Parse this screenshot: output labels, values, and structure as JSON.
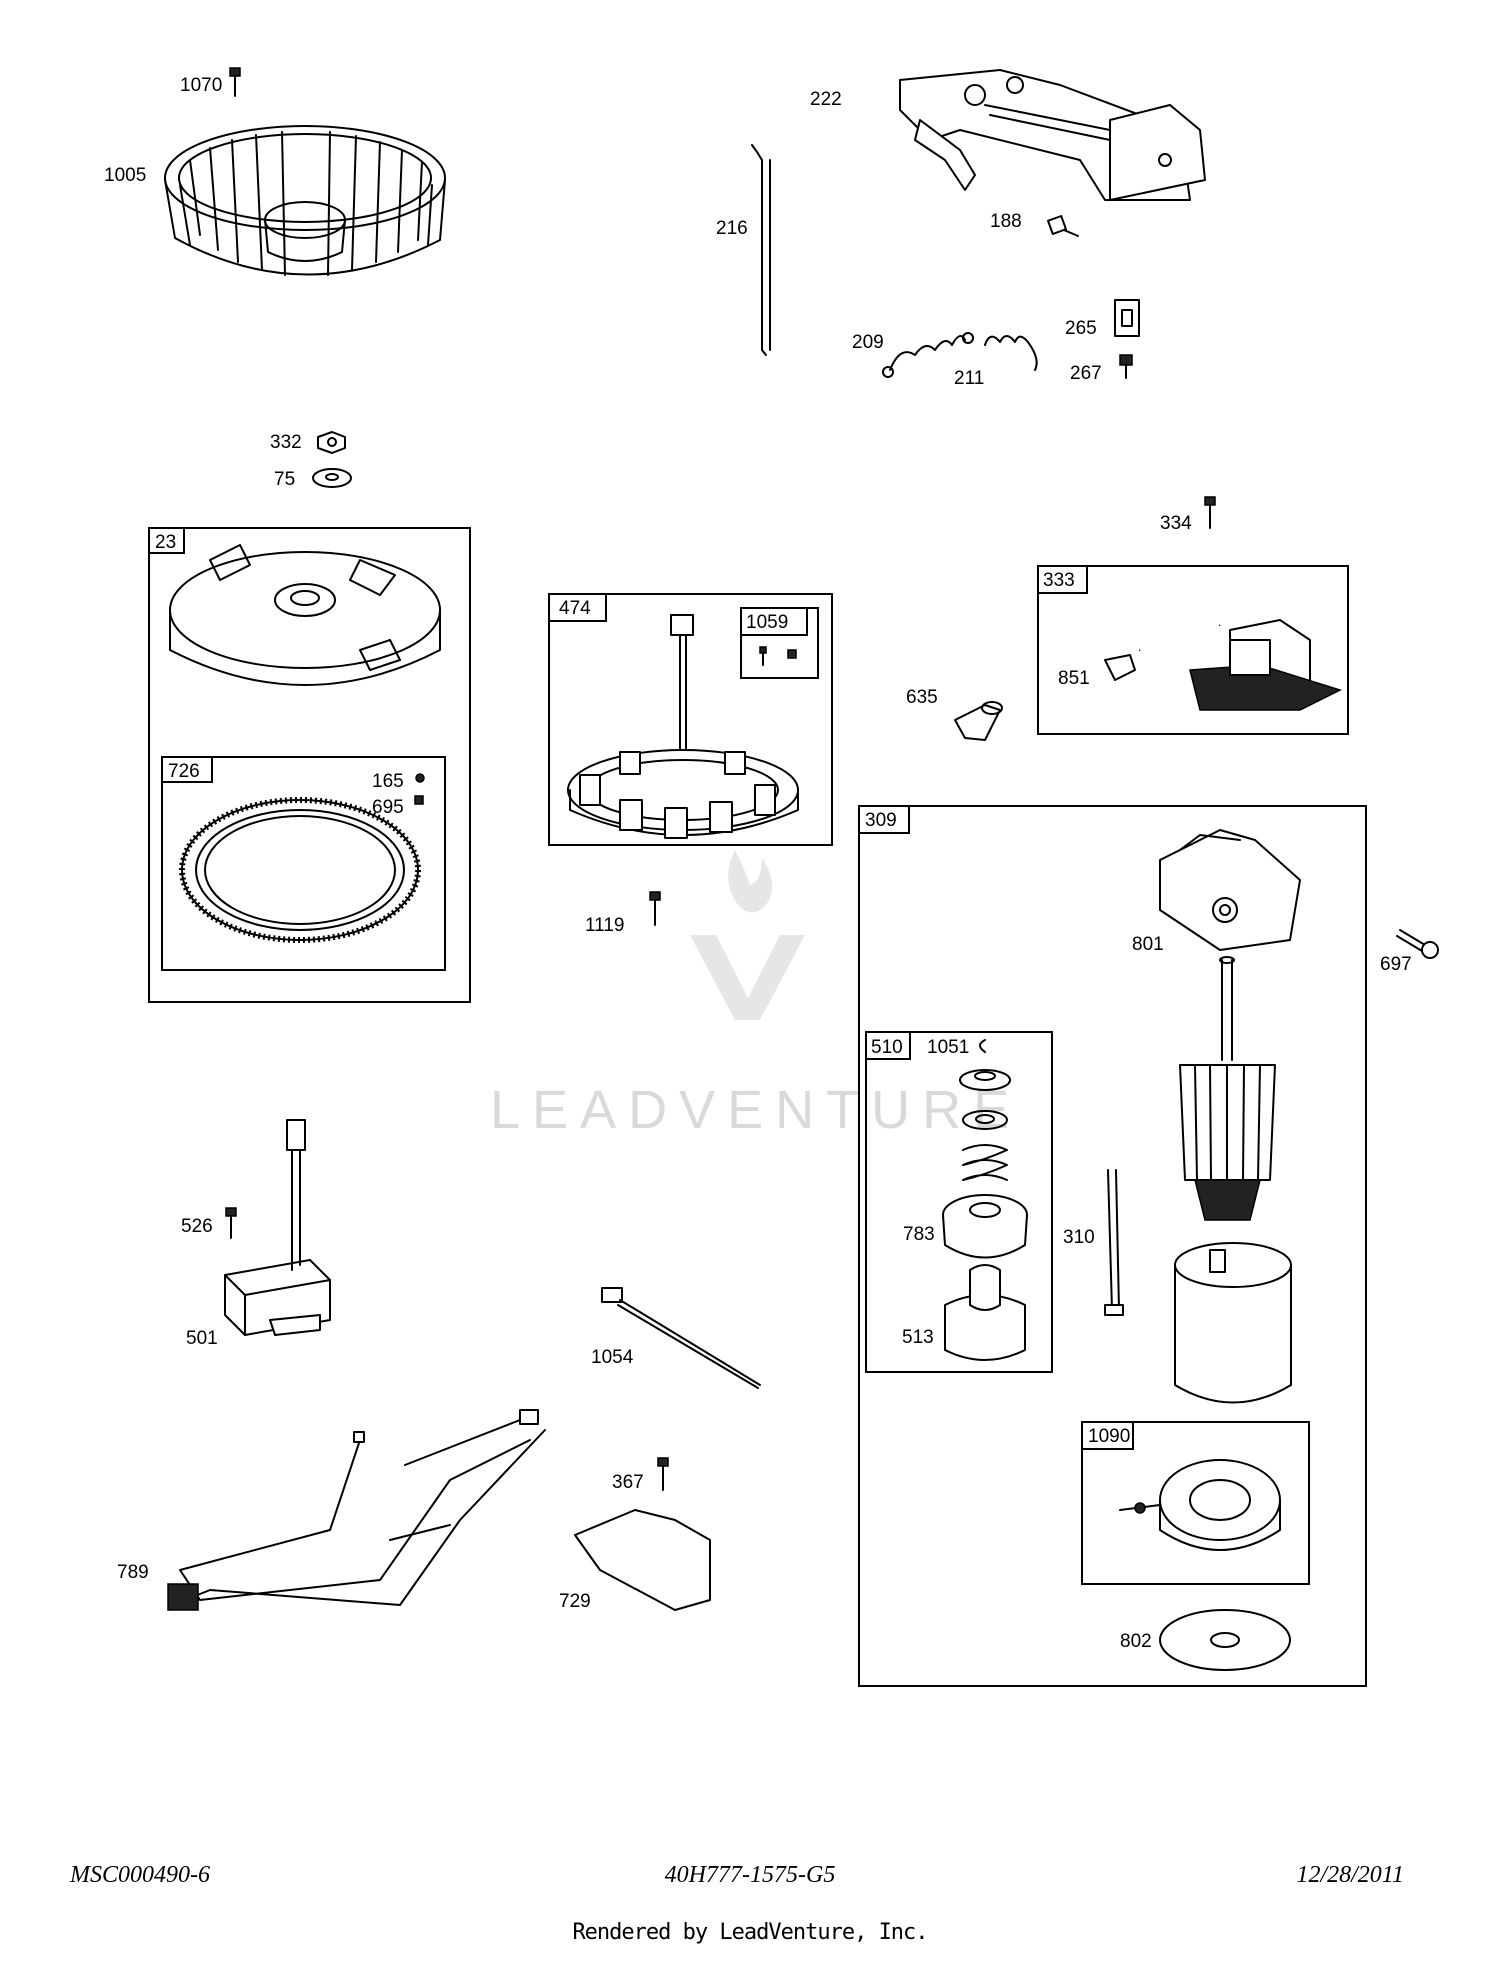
{
  "watermark": {
    "text": "LEADVENTURE"
  },
  "labels": {
    "p1070": "1070",
    "p1005": "1005",
    "p222": "222",
    "p216": "216",
    "p188": "188",
    "p209": "209",
    "p211": "211",
    "p265": "265",
    "p267": "267",
    "p332": "332",
    "p75": "75",
    "p334": "334",
    "p23": "23",
    "p474": "474",
    "p1059": "1059",
    "p333": "333",
    "p851": "851",
    "p635": "635",
    "p726": "726",
    "p165": "165",
    "p695": "695",
    "p309": "309",
    "p801": "801",
    "p697": "697",
    "p1119": "1119",
    "p510": "510",
    "p1051": "1051",
    "p783": "783",
    "p513": "513",
    "p310": "310",
    "p526": "526",
    "p501": "501",
    "p1054": "1054",
    "p367": "367",
    "p729": "729",
    "p789": "789",
    "p1090": "1090",
    "p802": "802"
  },
  "footer": {
    "left": "MSC000490-6",
    "center": "40H777-1575-G5",
    "right": "12/28/2011",
    "rendered_by": "Rendered by LeadVenture, Inc."
  }
}
